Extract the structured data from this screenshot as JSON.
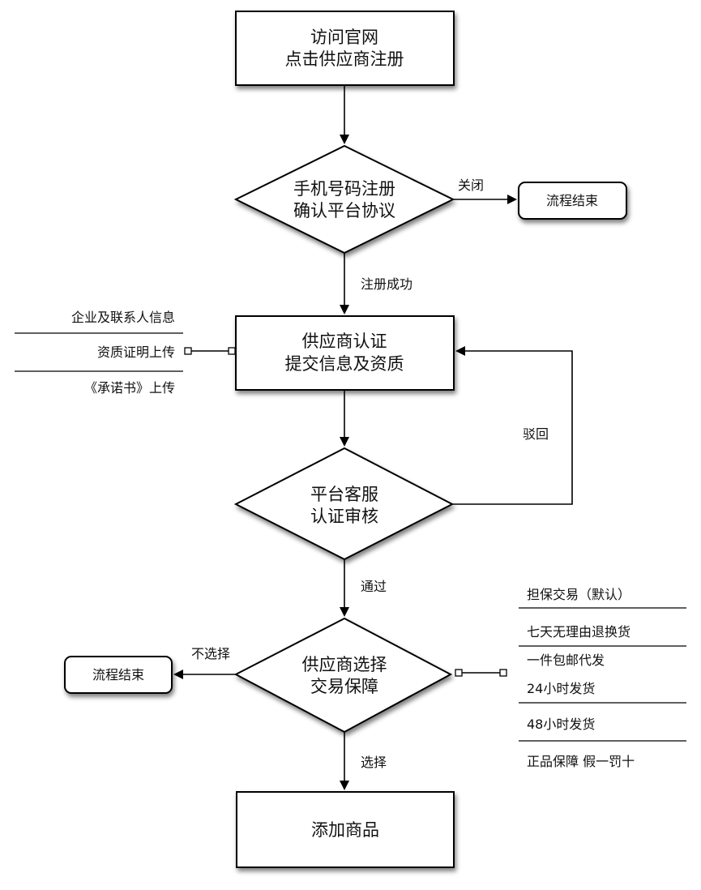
{
  "nodes": {
    "start": {
      "line1": "访问官网",
      "line2": "点击供应商注册"
    },
    "register": {
      "line1": "手机号码注册",
      "line2": "确认平台协议"
    },
    "end_top": {
      "label": "流程结束"
    },
    "certify": {
      "line1": "供应商认证",
      "line2": "提交信息及资质"
    },
    "review": {
      "line1": "平台客服",
      "line2": "认证审核"
    },
    "guarantee": {
      "line1": "供应商选择",
      "line2": "交易保障"
    },
    "end_left": {
      "label": "流程结束"
    },
    "add_product": {
      "label": "添加商品"
    }
  },
  "edges": {
    "close": "关闭",
    "register_success": "注册成功",
    "reject": "驳回",
    "pass": "通过",
    "not_select": "不选择",
    "select": "选择"
  },
  "certify_items": [
    "企业及联系人信息",
    "资质证明上传",
    "《承诺书》上传"
  ],
  "guarantee_items": [
    "担保交易（默认）",
    "七天无理由退换货",
    "一件包邮代发",
    "24小时发货",
    "48小时发货",
    "正品保障 假一罚十"
  ]
}
